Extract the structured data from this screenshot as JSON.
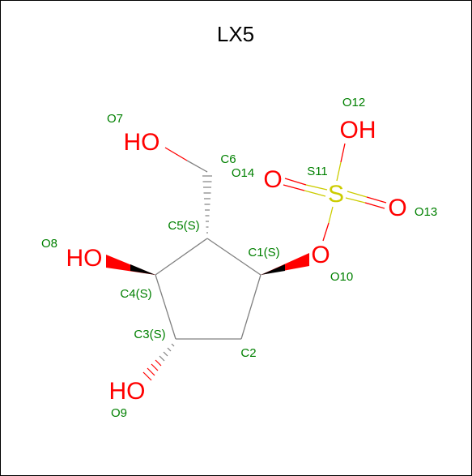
{
  "title": "LX5",
  "colors": {
    "bond": "#808080",
    "oxygen": "#ff0000",
    "sulfur": "#cccc00",
    "label": "#008000"
  },
  "atom_symbols": {
    "o7": "HO",
    "o8": "HO",
    "o9": "HO",
    "o10": "O",
    "o12": "OH",
    "o13": "O",
    "o14": "O",
    "s11": "S"
  },
  "atom_ids": {
    "o7": "O7",
    "c6": "C6",
    "o14": "O14",
    "s11": "S11",
    "o12": "O12",
    "o13": "O13",
    "c5": "C5(S)",
    "c1": "C1(S)",
    "o8": "O8",
    "o10": "O10",
    "c4": "C4(S)",
    "c3": "C3(S)",
    "c2": "C2",
    "o9": "O9"
  }
}
